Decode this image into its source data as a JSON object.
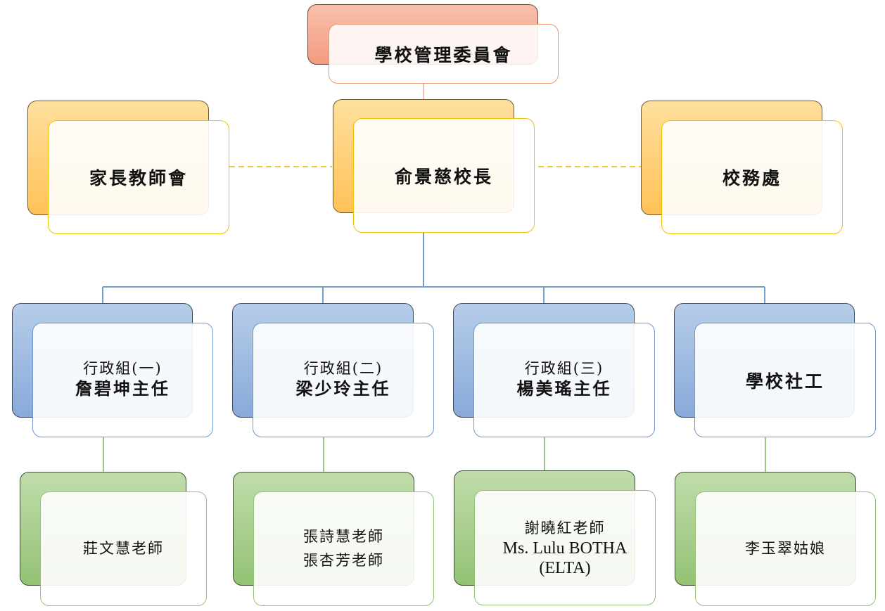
{
  "committee": {
    "label": "學校管理委員會"
  },
  "pta": {
    "label": "家長教師會"
  },
  "principal": {
    "label": "俞景慈校長"
  },
  "school_office": {
    "label": "校務處"
  },
  "admin_1": {
    "title": "行政組(一)",
    "head": "詹碧坤主任"
  },
  "admin_2": {
    "title": "行政組(二)",
    "head": "梁少玲主任"
  },
  "admin_3": {
    "title": "行政組(三)",
    "head": "楊美瑤主任"
  },
  "social_work": {
    "label": "學校社工"
  },
  "team_1": {
    "line1": "莊文慧老師"
  },
  "team_2": {
    "line1": "張詩慧老師",
    "line2": "張杏芳老師"
  },
  "team_3": {
    "line1": "謝曉紅老師",
    "line2": "Ms. Lulu BOTHA",
    "line3": "(ELTA)"
  },
  "team_4": {
    "line1": "李玉翠姑娘"
  },
  "colors": {
    "committee": "#f39b80",
    "principal_row": "#ffc257",
    "admin_row": "#88a9d9",
    "staff_row": "#94c274",
    "hierarchy_line": "#6e9fd0",
    "dashed_line": "#f4c433"
  }
}
